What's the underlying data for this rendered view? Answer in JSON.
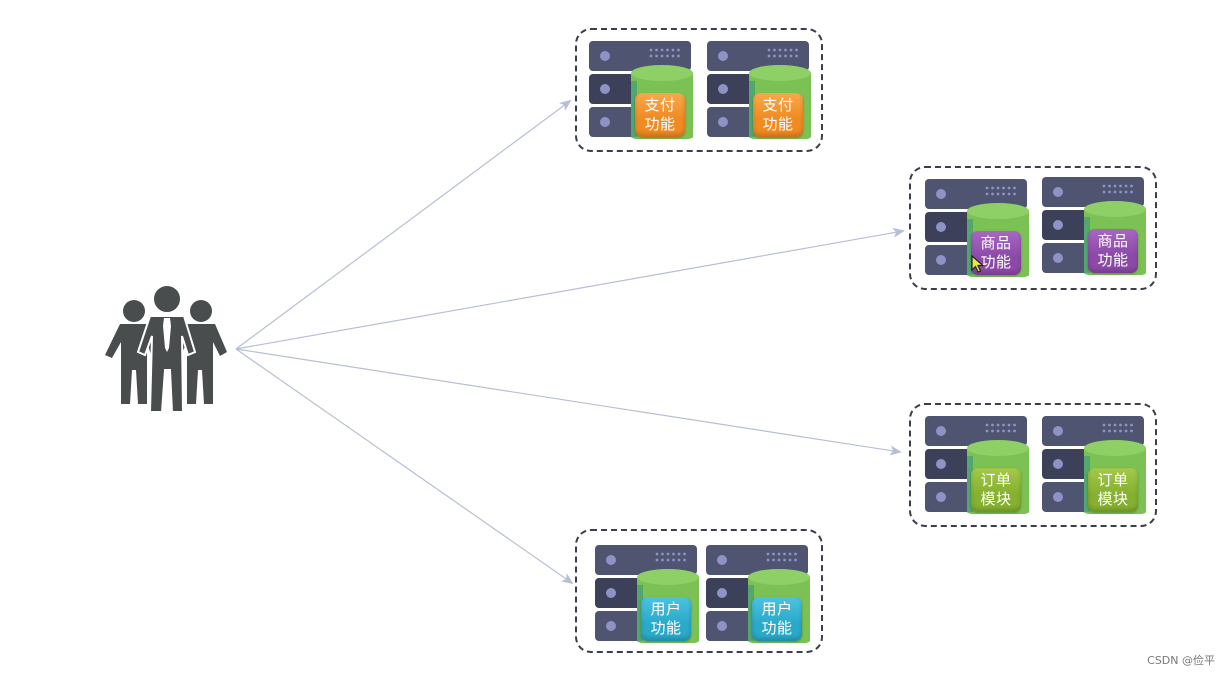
{
  "actor": {
    "icon": "user-group-icon"
  },
  "server_icon": "server-rack-icon",
  "clusters": [
    {
      "id": "payment",
      "label_line1": "支付",
      "label_line2": "功能",
      "color": "#f08a22",
      "color_light": "#f7a94b"
    },
    {
      "id": "product",
      "label_line1": "商品",
      "label_line2": "功能",
      "color": "#8c4aa8",
      "color_light": "#a867c3"
    },
    {
      "id": "order",
      "label_line1": "订单",
      "label_line2": "模块",
      "color": "#86b02f",
      "color_light": "#a3c94a"
    },
    {
      "id": "user",
      "label_line1": "用户",
      "label_line2": "功能",
      "color": "#2aa9c9",
      "color_light": "#4cc4e0"
    }
  ],
  "colors": {
    "server_body": "#4f5470",
    "server_dark": "#3c4058",
    "server_dot": "#8d93c4",
    "db_green": "#7cc154",
    "db_green_top": "#8fd066",
    "arrow": "#b7bfd6",
    "people": "#4a4d4d"
  },
  "watermark": "CSDN @俭平"
}
